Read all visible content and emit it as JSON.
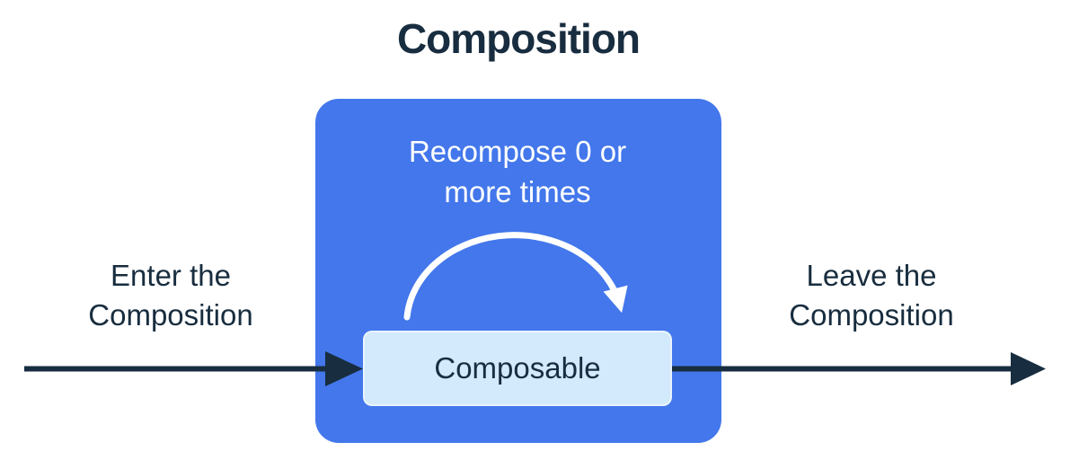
{
  "colors": {
    "navy": "#182d3f",
    "blue": "#4377eb",
    "light_blue": "#d3e9fc",
    "white": "#ffffff"
  },
  "diagram": {
    "title": "Composition",
    "enter_label": "Enter the Composition",
    "leave_label": "Leave the Composition",
    "recompose_label": "Recompose 0 or more times",
    "composable_label": "Composable"
  }
}
